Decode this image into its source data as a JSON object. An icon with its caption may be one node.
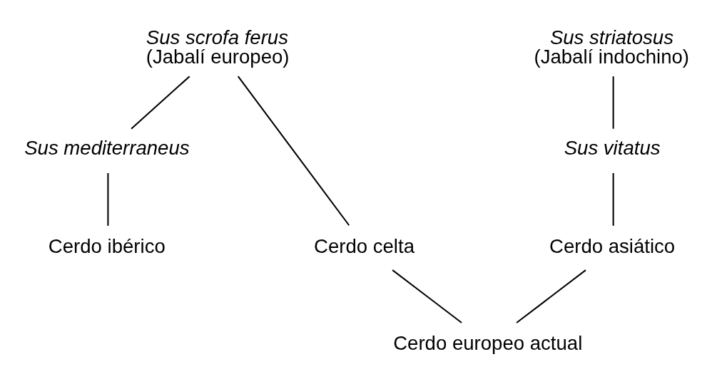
{
  "diagram": {
    "nodes": [
      {
        "text": [
          "Sus scrofa ferus",
          "(Jabalí europeo)"
        ]
      },
      {
        "text": [
          "Sus striatosus",
          "(Jabalí indochino)"
        ]
      },
      {
        "text": [
          "Sus mediterraneus"
        ]
      },
      {
        "text": [
          "Sus vitatus"
        ]
      },
      {
        "text": [
          "Cerdo ibérico"
        ]
      },
      {
        "text": [
          "Cerdo celta"
        ]
      },
      {
        "text": [
          "Cerdo asiático"
        ]
      },
      {
        "text": [
          "Cerdo europeo actual"
        ]
      }
    ],
    "edges": [
      {
        "from": 0,
        "to": 2,
        "arrow": "none"
      },
      {
        "from": 0,
        "to": 5,
        "arrow": "none"
      },
      {
        "from": 1,
        "to": 3,
        "arrow": "none"
      },
      {
        "from": 2,
        "to": 4,
        "arrow": "none"
      },
      {
        "from": 3,
        "to": 6,
        "arrow": "none"
      },
      {
        "from": 5,
        "to": 7,
        "arrow": "none"
      },
      {
        "from": 6,
        "to": 7,
        "arrow": "none"
      }
    ]
  }
}
